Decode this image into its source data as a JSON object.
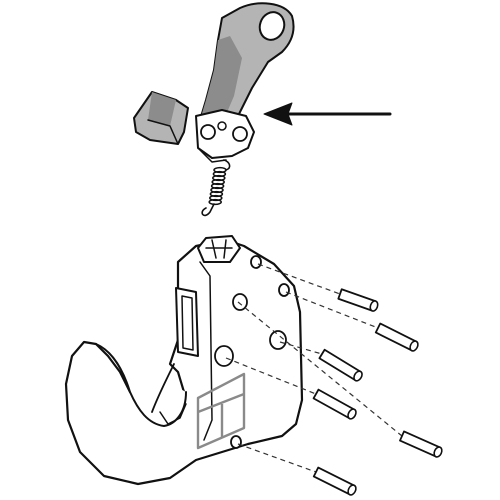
{
  "diagram": {
    "kind": "exploded-assembly",
    "components": [
      "lever-arm",
      "latch-pawl",
      "pivot-bracket",
      "tension-spring",
      "hook-body",
      "roll-pin-1",
      "roll-pin-2",
      "roll-pin-3",
      "roll-pin-4",
      "roll-pin-5",
      "roll-pin-6"
    ],
    "highlighted_part": "lever-arm",
    "pointer": "arrow-left-icon",
    "marking_icon": "t-slot-stamp-icon",
    "colors": {
      "ink": "#111111",
      "part_fill": "#ffffff",
      "highlight_fill": "#b4b4b4",
      "highlight_dark": "#8c8c8c",
      "stamp": "#8a8a8a",
      "leader": "#333333"
    }
  }
}
